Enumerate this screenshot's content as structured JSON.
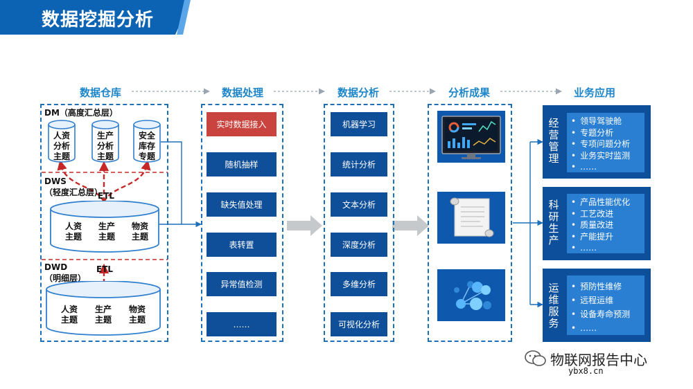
{
  "title": "数据挖掘分析",
  "headers": {
    "warehouse": "数据仓库",
    "processing": "数据处理",
    "analysis": "数据分析",
    "results": "分析成果",
    "application": "业务应用"
  },
  "warehouse": {
    "dm_label": "DM（高度汇总层）",
    "dws_label_line1": "DWS",
    "dws_label_line2": "（轻度汇总层）",
    "dwd_label_line1": "DWD",
    "dwd_label_line2": "（明细层）",
    "etl_top": "ETL",
    "etl_bottom": "ETL",
    "dm_topics": [
      {
        "line1": "人资",
        "line2": "分析",
        "line3": "主题"
      },
      {
        "line1": "生产",
        "line2": "分析",
        "line3": "主题"
      },
      {
        "line1": "安全",
        "line2": "库存",
        "line3": "专题"
      }
    ],
    "dws_topics": [
      {
        "line1": "人资",
        "line2": "主题"
      },
      {
        "line1": "生产",
        "line2": "主题"
      },
      {
        "line1": "物资",
        "line2": "主题"
      }
    ],
    "dwd_topics": [
      {
        "line1": "人资",
        "line2": "主题"
      },
      {
        "line1": "生产",
        "line2": "主题"
      },
      {
        "line1": "物资",
        "line2": "主题"
      }
    ]
  },
  "processing_items": [
    "实时数据接入",
    "随机抽样",
    "缺失值处理",
    "表转置",
    "异常值检测",
    "……"
  ],
  "analysis_items": [
    "机器学习",
    "统计分析",
    "文本分析",
    "深度分析",
    "多维分析",
    "可视化分析"
  ],
  "applications": [
    {
      "title": "经营管理",
      "items": [
        "领导驾驶舱",
        "专题分析",
        "专项问题分析",
        "业务实时监测",
        "……"
      ]
    },
    {
      "title": "科研生产",
      "items": [
        "产品性能优化",
        "工艺改进",
        "质量改进",
        "产能提升",
        "……"
      ]
    },
    {
      "title": "运维服务",
      "items": [
        "预防性维修",
        "远程运维",
        "设备寿命预测",
        "……"
      ]
    }
  ],
  "watermark": {
    "text": "物联网报告中心",
    "url": "ybx8.cn"
  },
  "colors": {
    "primary": "#0f4f99",
    "accent": "#1d86c9",
    "highlight": "#c9433f",
    "connector": "#c62828"
  }
}
